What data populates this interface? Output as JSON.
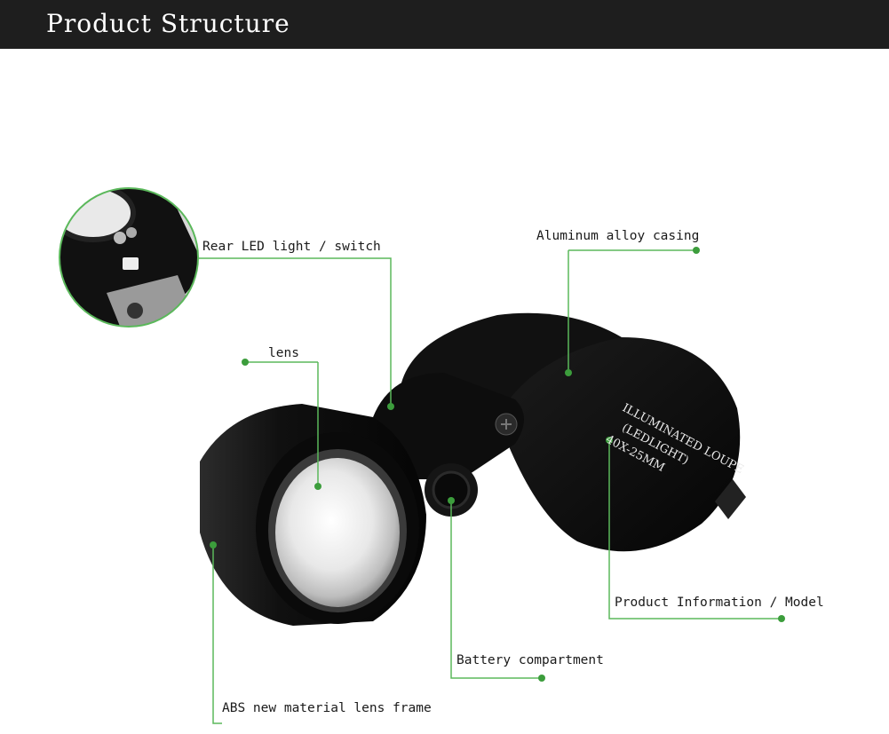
{
  "header": {
    "title": "Product Structure"
  },
  "colors": {
    "header_bg": "#1e1e1e",
    "leader_line": "#5bb85b",
    "leader_dot": "#3c9d3c",
    "body": "#0b0b0b"
  },
  "device": {
    "inscription_line1": "ILLUMINATED LOUPE",
    "inscription_line2": "(LEDLIGHT)",
    "inscription_line3": "40X-25MM"
  },
  "callouts": {
    "rear_led": "Rear LED light / switch",
    "lens": "lens",
    "aluminum": "Aluminum alloy casing",
    "product_info": "Product Information / Model",
    "battery": "Battery compartment",
    "abs_frame": "ABS new material lens frame"
  }
}
